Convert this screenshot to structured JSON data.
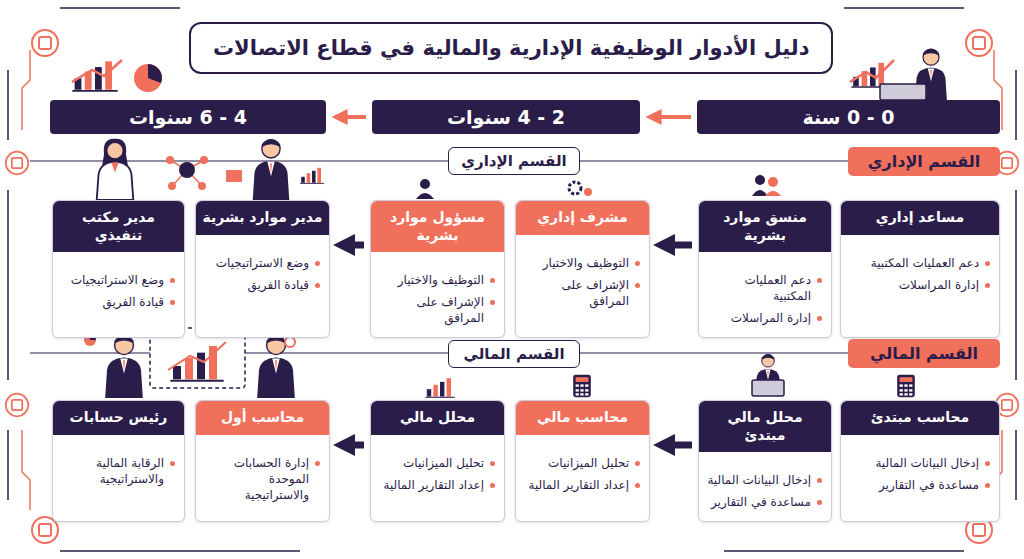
{
  "diagram": {
    "nodes": [
      {
        "text": [
          "دليل الأدوار الوظيفية الإدارية والمالية في قطاع الاتصالات"
        ]
      },
      {
        "text": [
          "0 - 0 سنة"
        ]
      },
      {
        "text": [
          "2 - 4 سنوات"
        ]
      },
      {
        "text": [
          "4 - 6 سنوات"
        ]
      },
      {
        "text": [
          "القسم الإداري"
        ]
      },
      {
        "text": [
          "القسم الإداري"
        ]
      },
      {
        "text": [
          "مساعد إداري",
          "دعم العمليات المكتبية",
          "إدارة المراسلات"
        ]
      },
      {
        "text": [
          "منسق موارد بشرية",
          "دعم العمليات المكتبية",
          "إدارة المراسلات"
        ]
      },
      {
        "text": [
          "مشرف إداري",
          "التوظيف والاختيار",
          "الإشراف على المرافق"
        ]
      },
      {
        "text": [
          "مسؤول موارد بشرية",
          "التوظيف والاختيار",
          "الإشراف على المرافق"
        ]
      },
      {
        "text": [
          "مدير موارد بشرية",
          "وضع الاستراتيجيات",
          "قيادة الفريق"
        ]
      },
      {
        "text": [
          "مدير مكتب تنفيذي",
          "وضع الاستراتيجيات",
          "قيادة الفريق"
        ]
      },
      {
        "text": [
          "القسم المالي"
        ]
      },
      {
        "text": [
          "القسم المالي"
        ]
      },
      {
        "text": [
          "محاسب مبتدئ",
          "إدخال البيانات المالية",
          "مساعدة في التقارير"
        ]
      },
      {
        "text": [
          "محلل مالي مبتدئ",
          "إدخال البيانات المالية",
          "مساعدة في التقارير"
        ]
      },
      {
        "text": [
          "محاسب مالي",
          "تحليل الميزانيات",
          "إعداد التقارير المالية"
        ]
      },
      {
        "text": [
          "محلل مالي",
          "تحليل الميزانيات",
          "إعداد التقارير المالية"
        ]
      },
      {
        "text": [
          "محاسب أول",
          "إدارة الحسابات الموحدة والاستراتيجية"
        ]
      },
      {
        "text": [
          "رئيس حسابات",
          "الرقابة المالية والاستراتيجية"
        ]
      }
    ],
    "edges": [
      {
        "from": 1,
        "to": 2,
        "arrow": "to"
      },
      {
        "from": 2,
        "to": 3,
        "arrow": "to"
      },
      {
        "from": 7,
        "to": 8,
        "arrow": "to"
      },
      {
        "from": 9,
        "to": 10,
        "arrow": "to"
      },
      {
        "from": 15,
        "to": 16,
        "arrow": "to"
      },
      {
        "from": 17,
        "to": 18,
        "arrow": "to"
      }
    ]
  }
}
